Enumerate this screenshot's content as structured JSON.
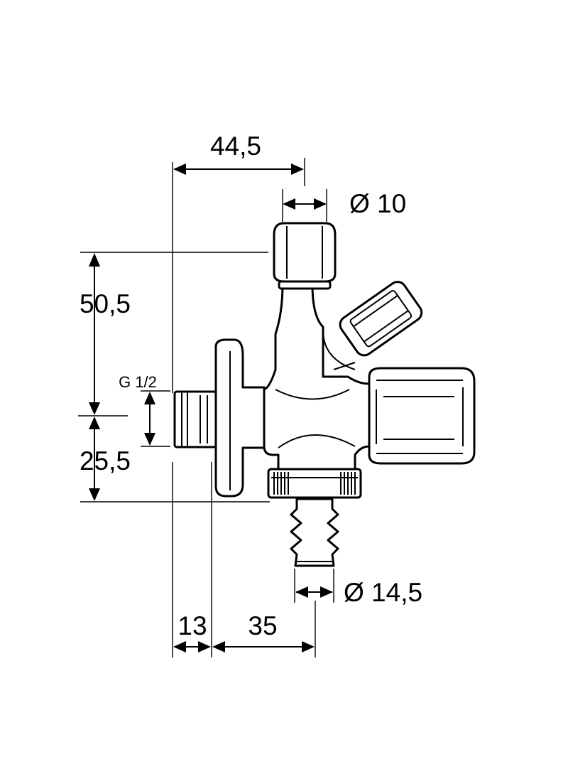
{
  "dimensions": {
    "top_width": "44,5",
    "top_diameter": "Ø 10",
    "upper_height": "50,5",
    "thread": "G 1/2",
    "lower_height": "25,5",
    "bottom_diameter": "Ø 14,5",
    "bottom_left": "13",
    "bottom_right": "35"
  },
  "colors": {
    "line": "#000000",
    "background": "#ffffff"
  }
}
